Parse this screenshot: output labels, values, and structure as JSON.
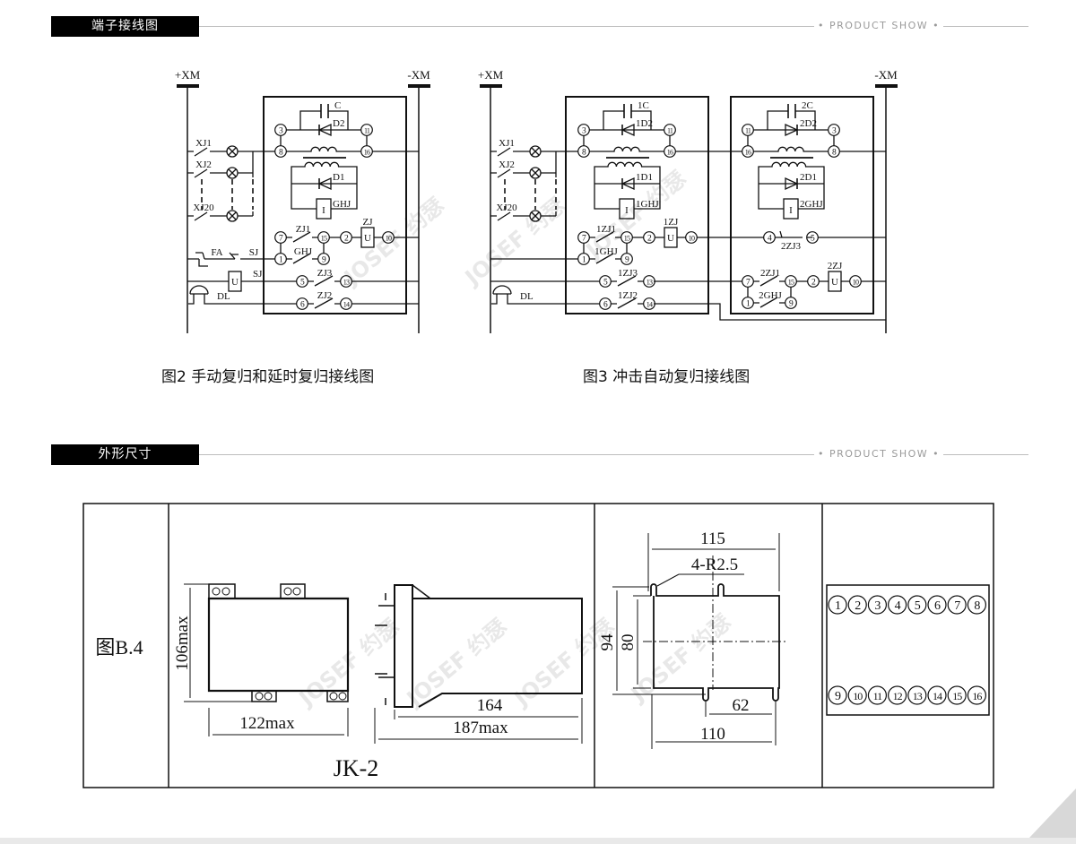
{
  "sections": [
    {
      "title": "端子接线图",
      "tagline": "• PRODUCT SHOW •"
    },
    {
      "title": "外形尺寸",
      "tagline": "• PRODUCT SHOW •"
    }
  ],
  "watermark": "JOSEF 约瑟",
  "fig2": {
    "caption": "图2  手动复归和延时复归接线图",
    "rails": [
      "+XM",
      "-XM"
    ],
    "signals": [
      "XJ1",
      "XJ2",
      "XJ20"
    ],
    "relay": {
      "C": "C",
      "D2": "D2",
      "D1": "D1",
      "GHJ": "GHJ",
      "I": "I",
      "ZJ1": "ZJ1",
      "ZJ": "ZJ",
      "U": "U",
      "GHJ_contact": "GHJ",
      "ZJ3": "ZJ3",
      "ZJ2": "ZJ2"
    },
    "terminals": {
      "t3": "3",
      "t11": "11",
      "t8": "8",
      "t16": "16",
      "t7": "7",
      "t15": "15",
      "t2": "2",
      "t10": "10",
      "t1": "1",
      "t9": "9",
      "t5": "5",
      "t13": "13",
      "t6": "6",
      "t14": "14"
    },
    "external": {
      "FA": "FA",
      "SJ_contact": "SJ",
      "SJ_coil": "SJ",
      "U": "U",
      "DL": "DL"
    }
  },
  "fig3": {
    "caption": "图3  冲击自动复归接线图",
    "rails": [
      "+XM",
      "-XM"
    ],
    "signals": [
      "XJ1",
      "XJ2",
      "XJ20"
    ],
    "relay1": {
      "C": "1C",
      "D2": "1D2",
      "D1": "1D1",
      "GHJ": "1GHJ",
      "I": "I",
      "ZJ1": "1ZJ1",
      "ZJ": "1ZJ",
      "U": "U",
      "GHJ_contact": "1GHJ",
      "ZJ3": "1ZJ3",
      "ZJ2": "1ZJ2"
    },
    "relay2": {
      "C": "2C",
      "D2": "2D2",
      "D1": "2D1",
      "GHJ": "2GHJ",
      "I": "I",
      "ZJ1": "2ZJ1",
      "ZJ": "2ZJ",
      "U": "U",
      "GHJ_contact": "2GHJ",
      "ZJ3": "2ZJ3"
    },
    "terminals1": {
      "t3": "3",
      "t11": "11",
      "t8": "8",
      "t16": "16",
      "t7": "7",
      "t15": "15",
      "t2": "2",
      "t10": "10",
      "t1": "1",
      "t9": "9",
      "t5": "5",
      "t13": "13",
      "t6": "6",
      "t14": "14"
    },
    "terminals2": {
      "t3": "11",
      "t11": "3",
      "t8": "16",
      "t16": "8",
      "t4": "4",
      "t5": "5",
      "t7": "7",
      "t15": "15",
      "t2": "2",
      "t10": "10",
      "t1": "1",
      "t9": "9"
    },
    "external": {
      "DL": "DL"
    }
  },
  "dimensions": {
    "figure_label": "图B.4",
    "model": "JK-2",
    "front": {
      "height": "106max",
      "width": "122max"
    },
    "side": {
      "body": "164",
      "total": "187max"
    },
    "cutout": {
      "width_top": "115",
      "radius": "4-R2.5",
      "h_outer": "94",
      "h_inner": "80",
      "pitch": "62",
      "width_bottom": "110"
    },
    "terminal_numbers": [
      "1",
      "2",
      "3",
      "4",
      "5",
      "6",
      "7",
      "8",
      "9",
      "10",
      "11",
      "12",
      "13",
      "14",
      "15",
      "16"
    ]
  }
}
